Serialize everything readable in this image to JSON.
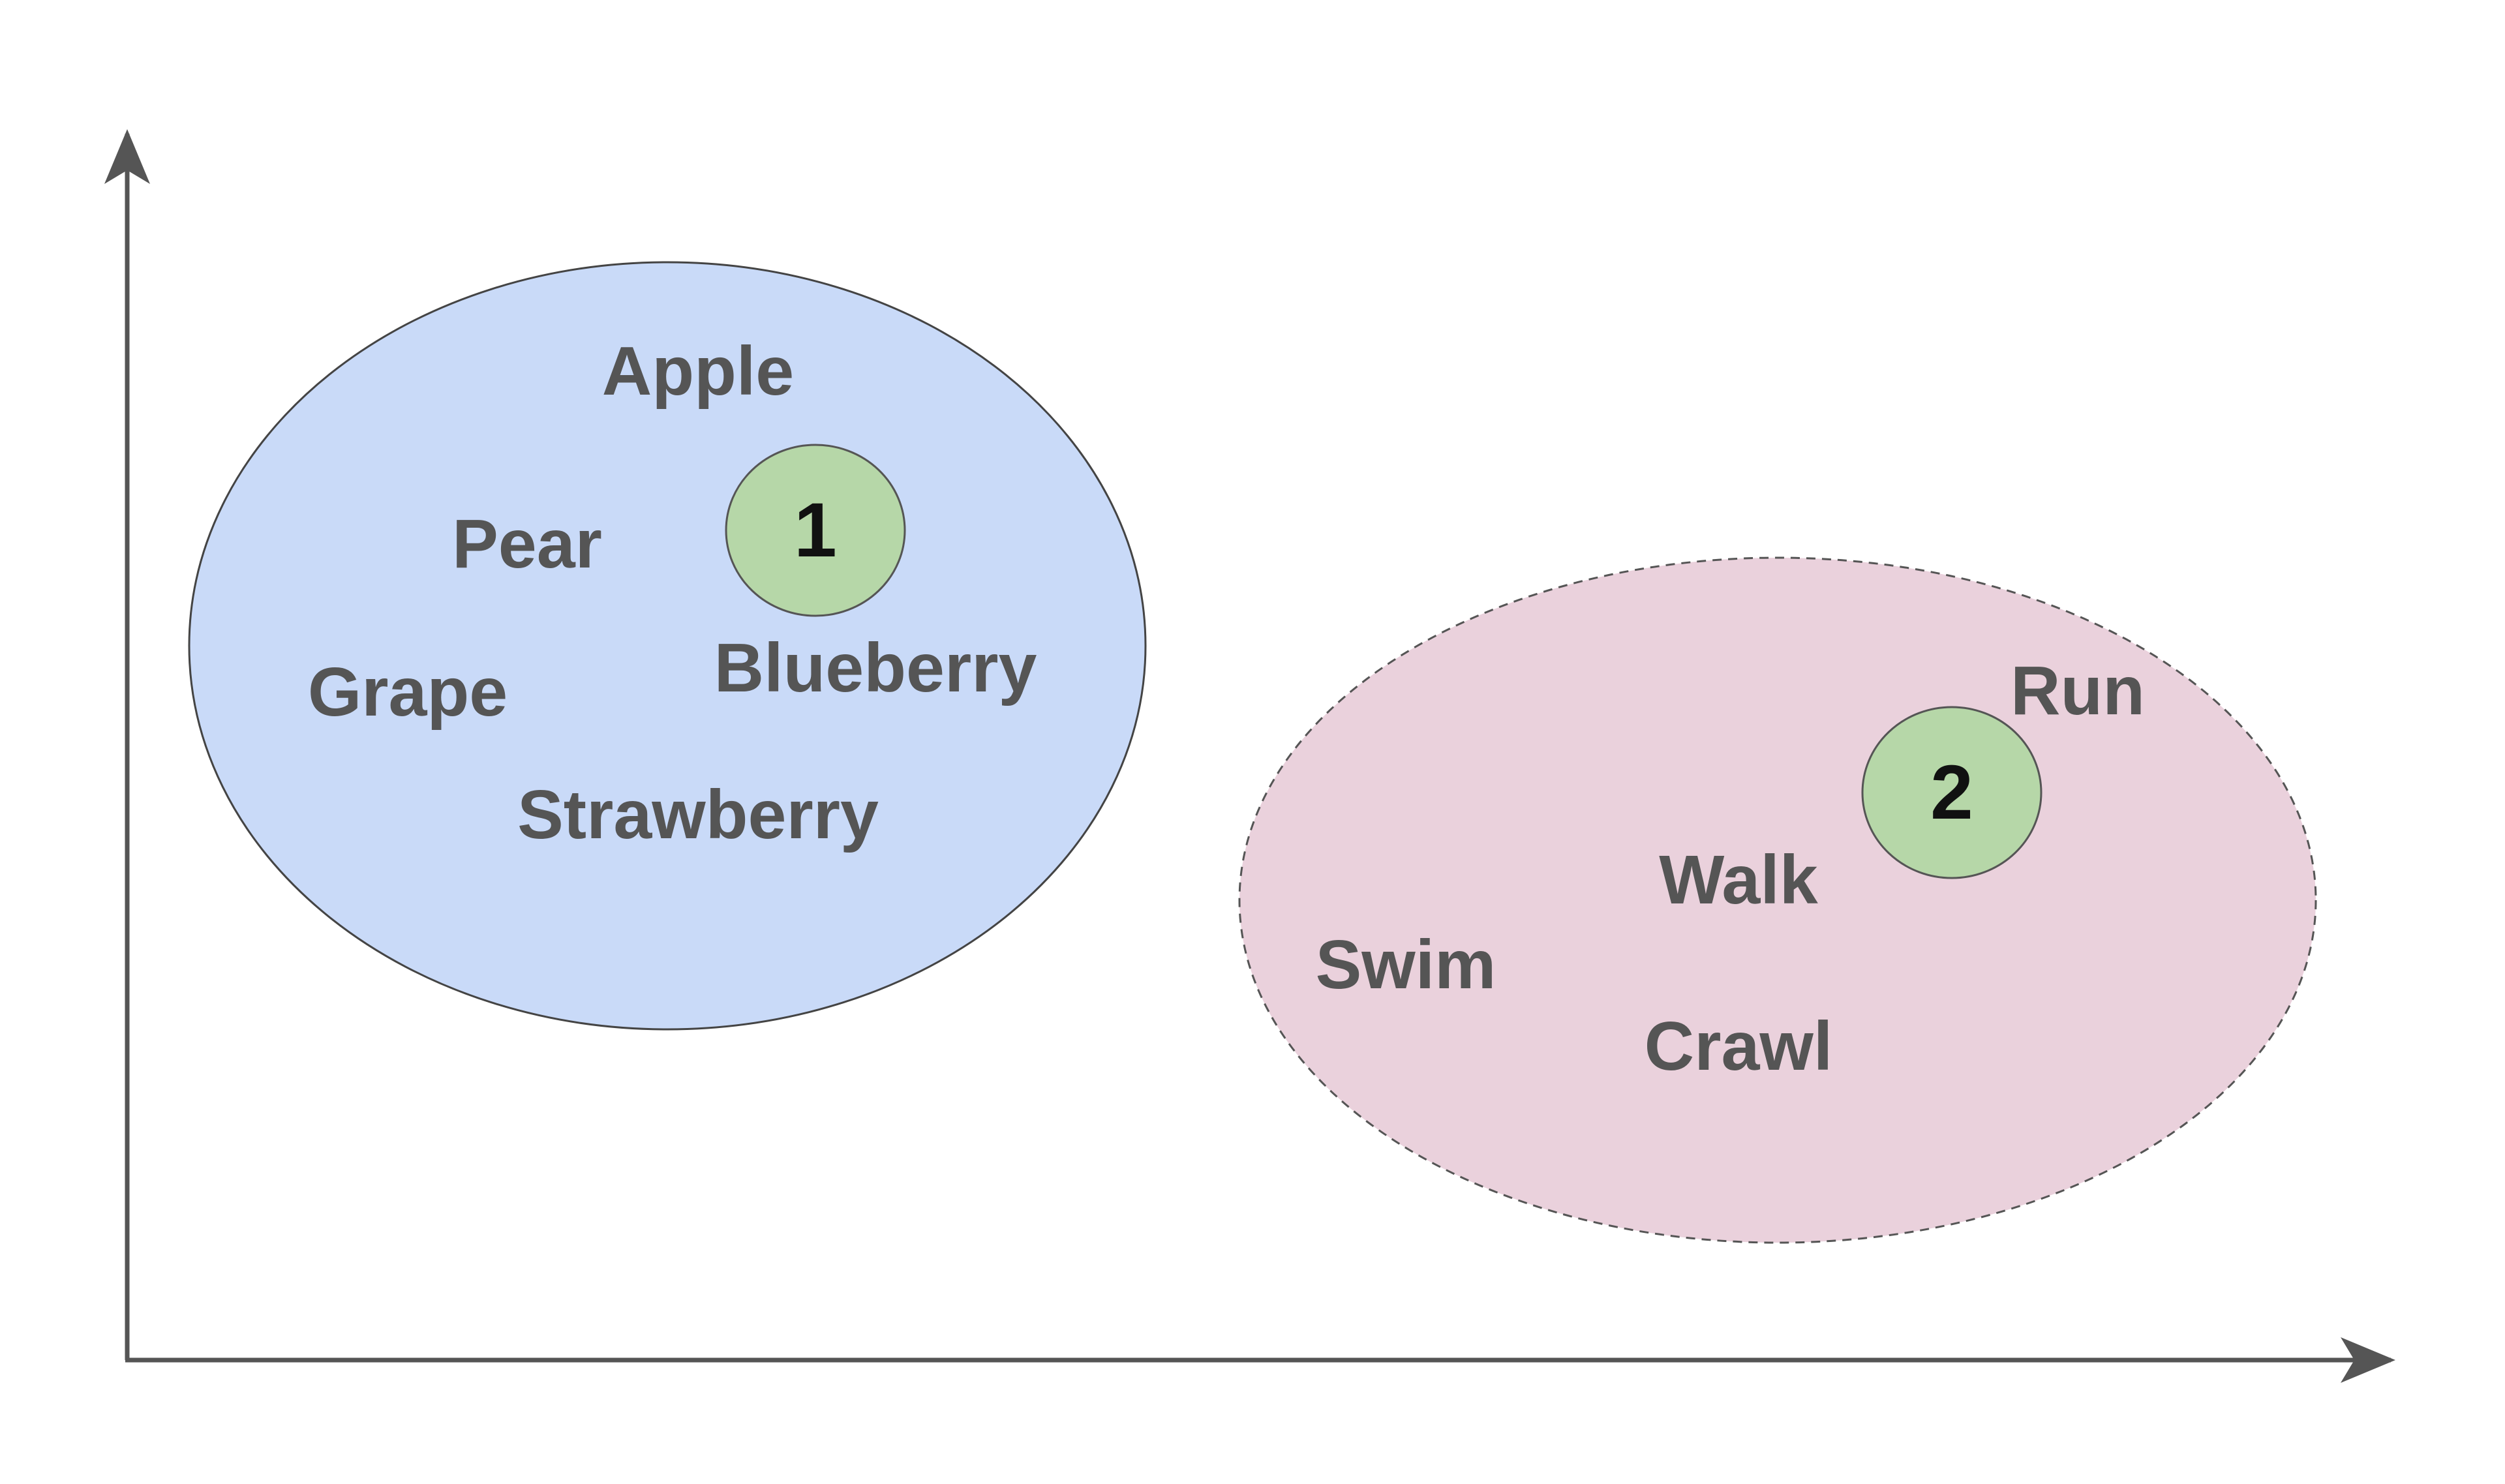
{
  "colors": {
    "axis": "#555555",
    "cluster_1_fill": "#c9daf8",
    "cluster_1_stroke": "#444444",
    "cluster_2_fill": "#ead1dc",
    "cluster_2_stroke": "#555555",
    "centroid_fill": "#b6d7a8",
    "centroid_stroke": "#555555",
    "word_text": "#555555",
    "centroid_text": "#111111"
  },
  "clusters": [
    {
      "id": "1",
      "border": "solid",
      "centroid_label": "1",
      "words": [
        "Apple",
        "Pear",
        "Grape",
        "Blueberry",
        "Strawberry"
      ]
    },
    {
      "id": "2",
      "border": "dashed",
      "centroid_label": "2",
      "words": [
        "Run",
        "Walk",
        "Swim",
        "Crawl"
      ]
    }
  ]
}
